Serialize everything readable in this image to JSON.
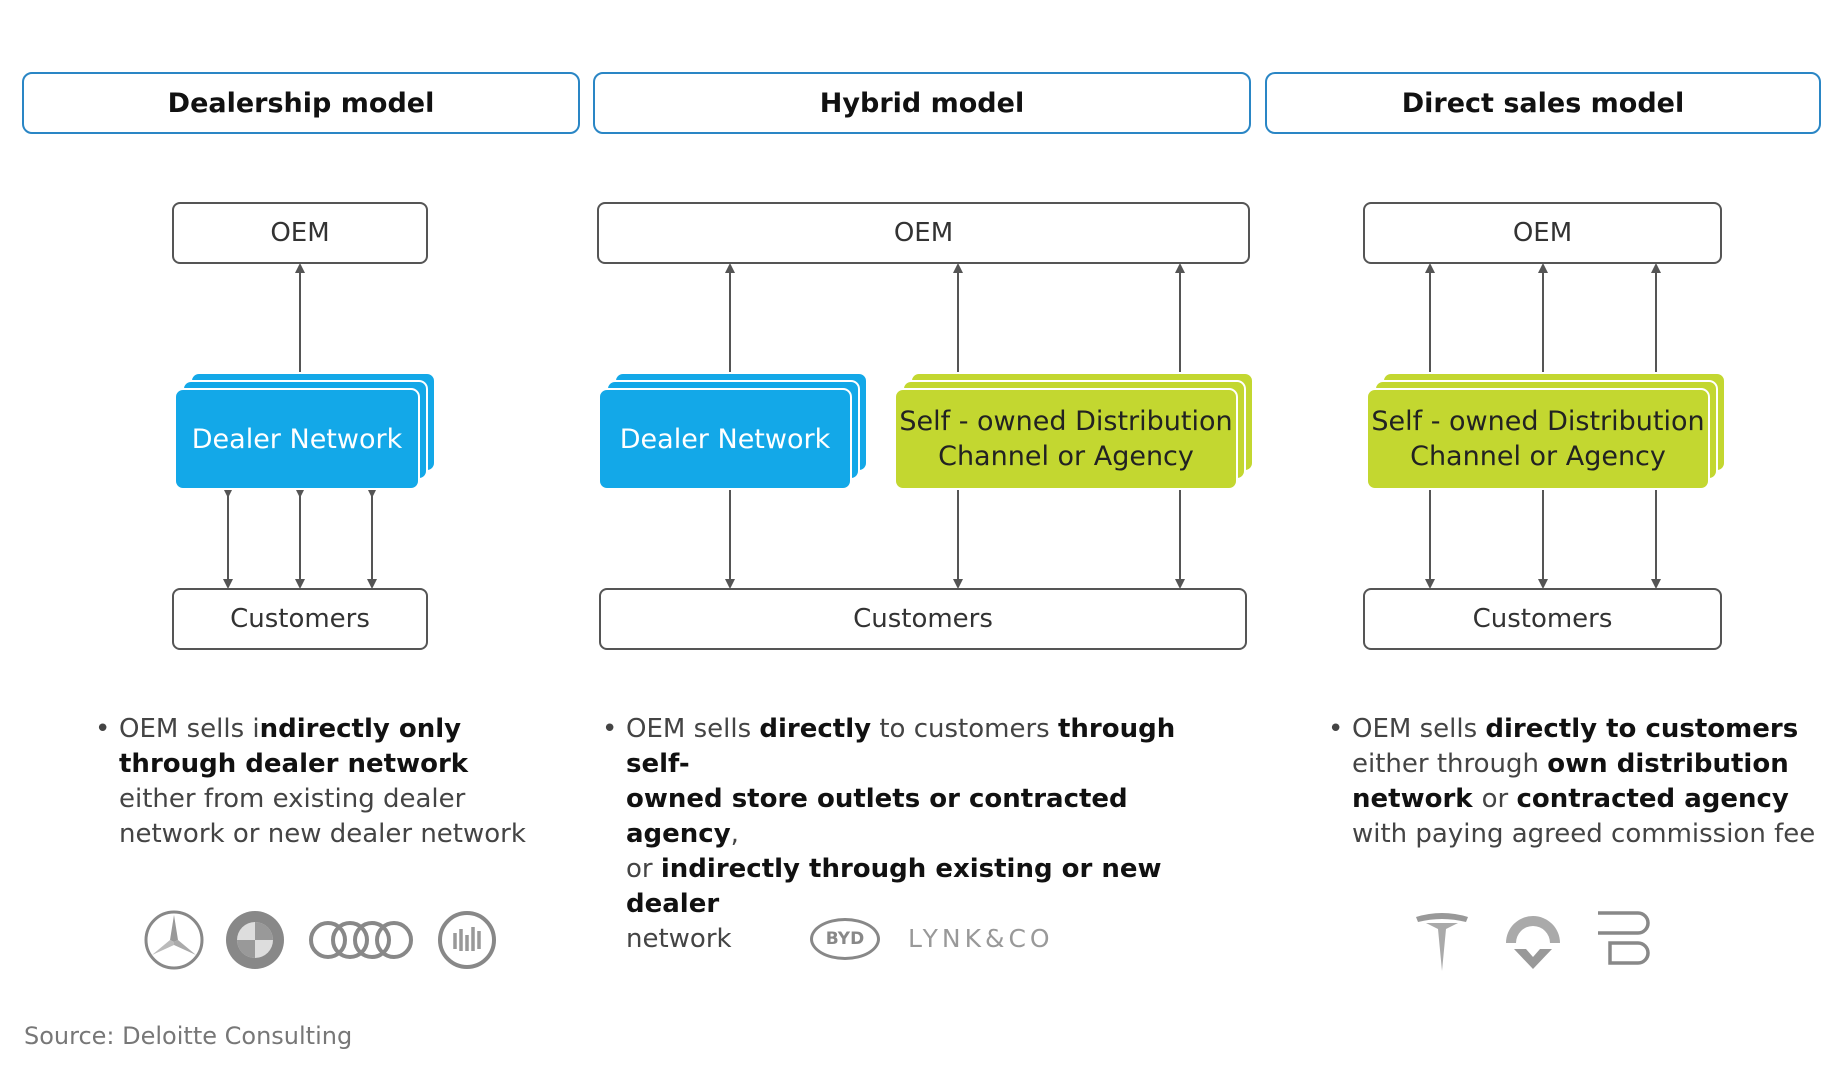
{
  "headers": {
    "dealership": "Dealership model",
    "hybrid": "Hybrid model",
    "direct": "Direct sales model"
  },
  "boxes": {
    "oem": "OEM",
    "customers": "Customers",
    "dealer_network": "Dealer Network",
    "self_owned_line1": "Self - owned Distribution",
    "self_owned_line2": "Channel or Agency"
  },
  "descriptions": {
    "dealership": {
      "line1_plain": "OEM sells i",
      "line1_bold": "ndirectly only",
      "line2_bold": "through dealer network",
      "line3": "either from existing dealer",
      "line4": "network or new dealer network"
    },
    "hybrid": {
      "line1_plain_a": "OEM sells ",
      "line1_bold_a": "directly",
      "line1_plain_b": " to customers ",
      "line1_bold_b": "through self-",
      "line2_bold": "owned store outlets or contracted agency",
      "line2_plain": ",",
      "line3_plain": "or ",
      "line3_bold": "indirectly through existing or new dealer",
      "line4": "network"
    },
    "direct": {
      "line1_plain": "OEM sells ",
      "line1_bold": "directly to customers",
      "line2_plain": "either through ",
      "line2_bold": "own distribution",
      "line3_bold_a": "network ",
      "line3_plain": " or ",
      "line3_bold_b": "contracted agency",
      "line4": "with paying agreed commission fee"
    }
  },
  "bullet_glyph": "•",
  "logos": {
    "dealership": [
      "mercedes-benz-logo",
      "bmw-logo",
      "audi-logo",
      "volkswagen-logo"
    ],
    "hybrid": [
      "byd-logo",
      "lynk-co-logo"
    ],
    "direct": [
      "tesla-logo",
      "nio-logo",
      "li-auto-logo"
    ],
    "byd_text": "BYD",
    "lynk_text": "LYNK&CO"
  },
  "colors": {
    "header_border": "#2a86c5",
    "dealer_blue": "#13a8e8",
    "self_owned_green": "#c3d730",
    "arrow": "#555555"
  },
  "source": "Source: Deloitte Consulting"
}
